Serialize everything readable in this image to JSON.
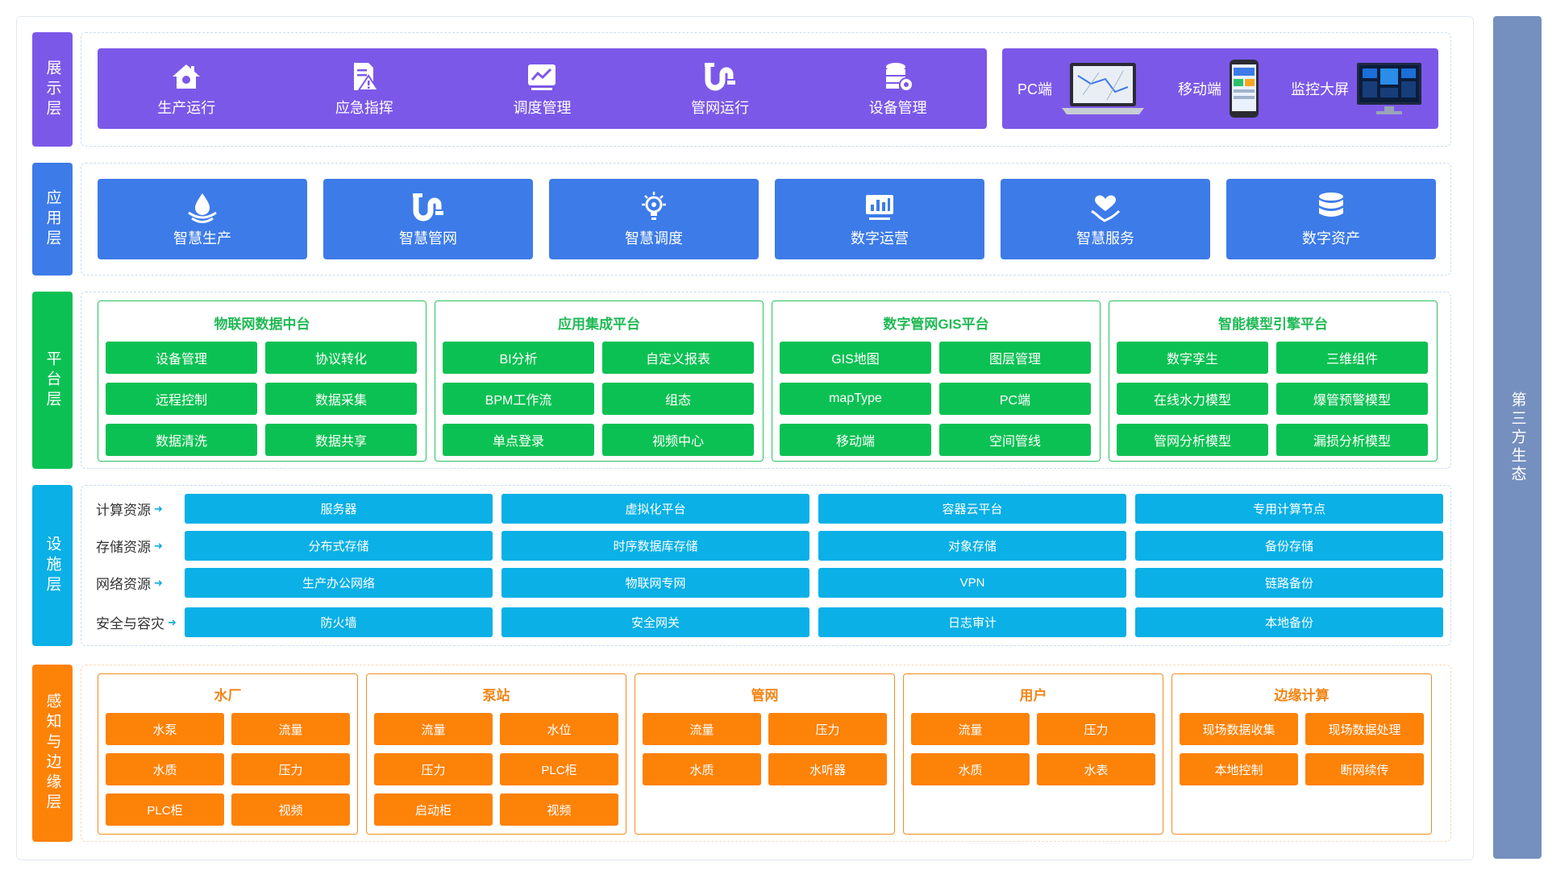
{
  "colors": {
    "display": "#7c58e8",
    "application": "#3d7be8",
    "platform": "#0cc153",
    "infrastructure": "#0ab0e6",
    "sensing": "#fd8208",
    "third_party": "#7590bf"
  },
  "third_party": "第三方生态",
  "layers": {
    "display": {
      "label": "展示层",
      "modules": [
        {
          "label": "生产运行",
          "icon": "house-icon"
        },
        {
          "label": "应急指挥",
          "icon": "warning-document-icon"
        },
        {
          "label": "调度管理",
          "icon": "trend-chart-icon"
        },
        {
          "label": "管网运行",
          "icon": "pipeline-icon"
        },
        {
          "label": "设备管理",
          "icon": "database-gear-icon"
        }
      ],
      "terminals": [
        {
          "label": "PC端",
          "icon": "laptop-icon"
        },
        {
          "label": "移动端",
          "icon": "mobile-phone-icon"
        },
        {
          "label": "监控大屏",
          "icon": "monitor-screen-icon"
        }
      ]
    },
    "application": {
      "label": "应用层",
      "items": [
        {
          "label": "智慧生产",
          "icon": "water-drop-icon"
        },
        {
          "label": "智慧管网",
          "icon": "pipeline-icon"
        },
        {
          "label": "智慧调度",
          "icon": "lightbulb-gear-icon"
        },
        {
          "label": "数字运营",
          "icon": "bar-chart-icon"
        },
        {
          "label": "智慧服务",
          "icon": "heart-hand-icon"
        },
        {
          "label": "数字资产",
          "icon": "database-icon"
        }
      ]
    },
    "platform": {
      "label": "平台层",
      "groups": [
        {
          "title": "物联网数据中台",
          "items": [
            "设备管理",
            "协议转化",
            "远程控制",
            "数据采集",
            "数据清洗",
            "数据共享"
          ]
        },
        {
          "title": "应用集成平台",
          "items": [
            "BI分析",
            "自定义报表",
            "BPM工作流",
            "组态",
            "单点登录",
            "视频中心"
          ]
        },
        {
          "title": "数字管网GIS平台",
          "items": [
            "GIS地图",
            "图层管理",
            "mapType",
            "PC端",
            "移动端",
            "空间管线"
          ]
        },
        {
          "title": "智能模型引擎平台",
          "items": [
            "数字孪生",
            "三维组件",
            "在线水力模型",
            "爆管预警模型",
            "管网分析模型",
            "漏损分析模型"
          ]
        }
      ]
    },
    "infrastructure": {
      "label": "设施层",
      "rows": [
        {
          "label": "计算资源",
          "items": [
            "服务器",
            "虚拟化平台",
            "容器云平台",
            "专用计算节点"
          ]
        },
        {
          "label": "存储资源",
          "items": [
            "分布式存储",
            "时序数据库存储",
            "对象存储",
            "备份存储"
          ]
        },
        {
          "label": "网络资源",
          "items": [
            "生产办公网络",
            "物联网专网",
            "VPN",
            "链路备份"
          ]
        },
        {
          "label": "安全与容灾",
          "items": [
            "防火墙",
            "安全网关",
            "日志审计",
            "本地备份"
          ]
        }
      ]
    },
    "sensing": {
      "label": "感知与边缘层",
      "groups": [
        {
          "title": "水厂",
          "items": [
            "水泵",
            "流量",
            "水质",
            "压力",
            "PLC柜",
            "视频"
          ]
        },
        {
          "title": "泵站",
          "items": [
            "流量",
            "水位",
            "压力",
            "PLC柜",
            "启动柜",
            "视频"
          ]
        },
        {
          "title": "管网",
          "items": [
            "流量",
            "压力",
            "水质",
            "水听器"
          ]
        },
        {
          "title": "用户",
          "items": [
            "流量",
            "压力",
            "水质",
            "水表"
          ]
        },
        {
          "title": "边缘计算",
          "items": [
            "现场数据收集",
            "现场数据处理",
            "本地控制",
            "断网续传"
          ]
        }
      ]
    }
  }
}
